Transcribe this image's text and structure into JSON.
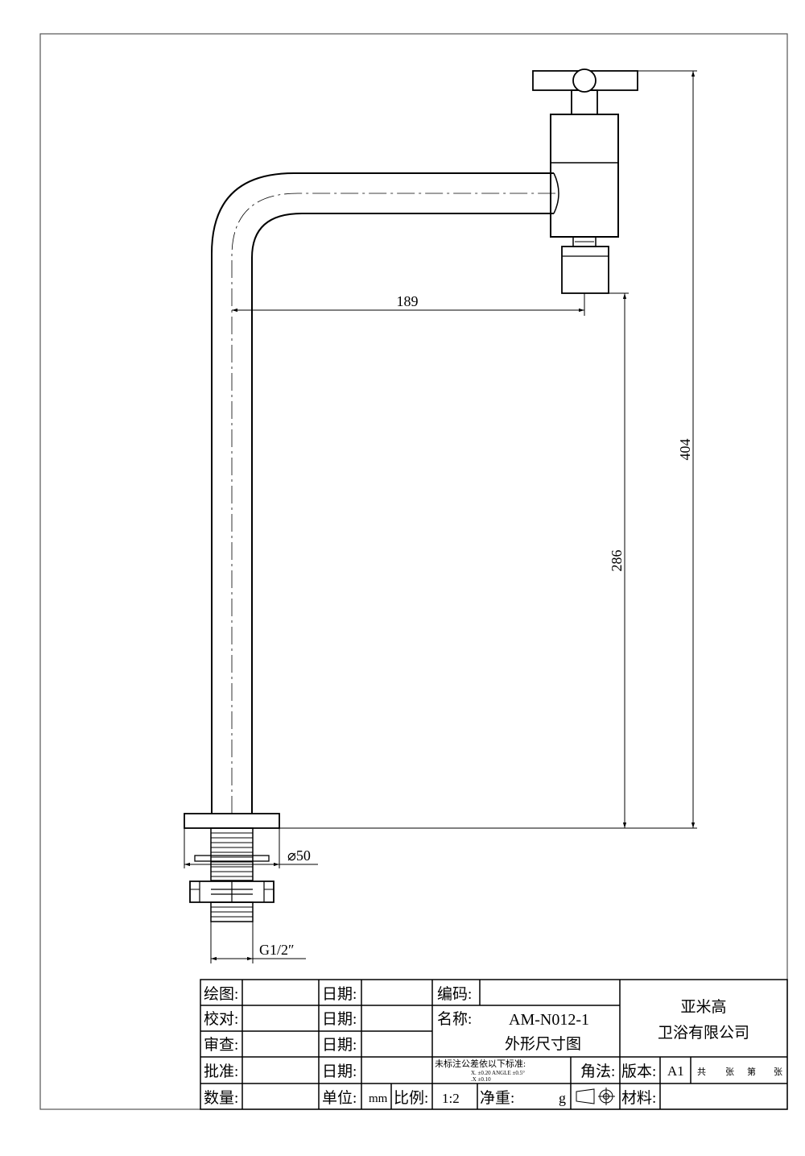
{
  "dimensions": {
    "reach": "189",
    "total_height": "404",
    "spout_height": "286",
    "flange_diameter": "⌀50",
    "thread": "G1/2″"
  },
  "title_block": {
    "draw_label": "绘图:",
    "check_label": "校对:",
    "review_label": "审查:",
    "approve_label": "批准:",
    "qty_label": "数量:",
    "date_label": "日期:",
    "unit_label": "单位:",
    "unit_value": "mm",
    "ratio_label": "比例:",
    "ratio_value": "1:2",
    "net_weight_label": "净重:",
    "weight_unit": "g",
    "code_label": "编码:",
    "name_label": "名称:",
    "model": "AM-N012-1",
    "drawing_name": "外形尺寸图",
    "tolerance_title": "未标注公差依以下标准:",
    "tolerance_line1": "X.    ±0.20  ANGLE  ±0.5°",
    "tolerance_line2": ".X    ±0.10",
    "projection_label": "角法:",
    "version_label": "版本:",
    "version_value": "A1",
    "sheets_total": "共",
    "sheet_unit": "张",
    "sheet_no": "第",
    "material_label": "材料:",
    "company_line1": "亚米高",
    "company_line2": "卫浴有限公司"
  }
}
